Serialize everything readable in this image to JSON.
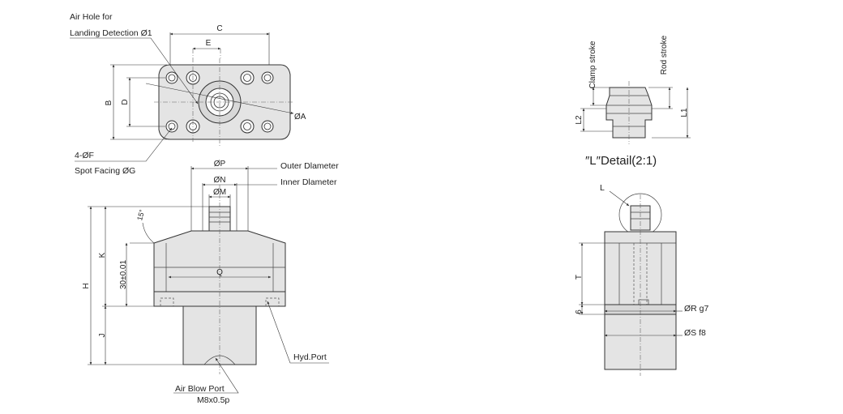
{
  "top_view": {
    "air_hole_line1": "Air Hole for",
    "air_hole_line2": "Landing Detection Ø1",
    "dim_c": "C",
    "dim_e": "E",
    "dim_b": "B",
    "dim_d": "D",
    "dim_a": "ØA",
    "holes_label": "4-ØF",
    "spot_facing_label": "Spot Facing ØG"
  },
  "front_view": {
    "dim_p": "ØP",
    "outer_diameter": "Outer Dlameter",
    "dim_n": "ØN",
    "inner_diameter": "Inner Dlameter",
    "dim_m": "ØM",
    "angle": "15°",
    "dim_k": "K",
    "dim_h": "H",
    "dim_30": "30±0.01",
    "dim_q": "Q",
    "dim_j": "J",
    "hyd_port": "Hyd.Port",
    "air_blow_port": "Air Blow Port",
    "air_blow_thread": "M8x0.5p"
  },
  "detail_view": {
    "clamp_stroke": "Clamp stroke",
    "rod_stroke": "Rod stroke",
    "dim_l1": "L1",
    "dim_l2": "L2",
    "caption": "″L″Detail(2:1)"
  },
  "side_view": {
    "detail_mark": "L",
    "dim_t": "T",
    "dim_6": "6",
    "dim_r": "ØR g7",
    "dim_s": "ØS f8"
  }
}
